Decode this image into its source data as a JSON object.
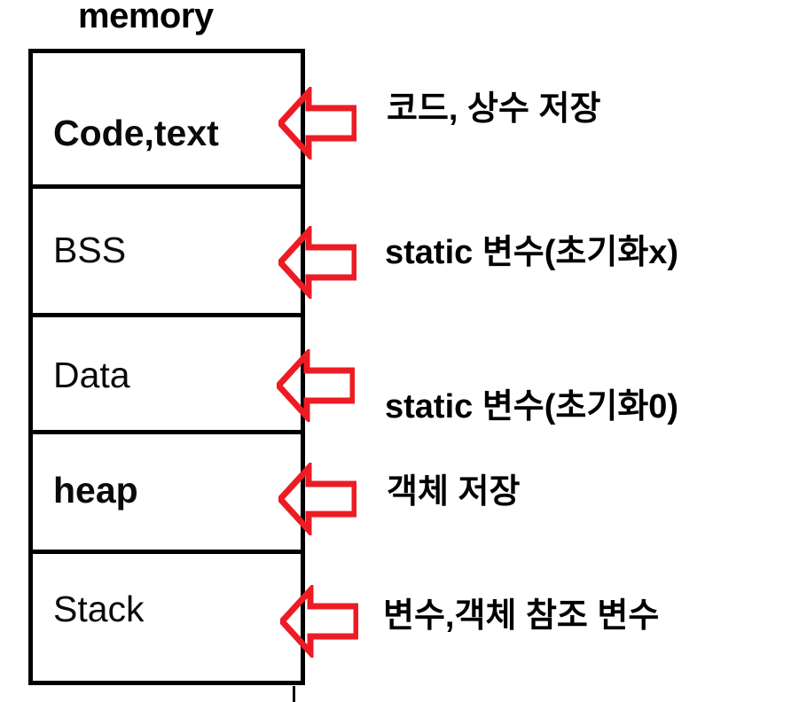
{
  "diagram": {
    "title": "memory",
    "type": "memory-layout",
    "colors": {
      "box_border": "#000000",
      "arrow": "#ED1C24",
      "text": "#000000",
      "background": "#FFFFFF"
    },
    "segments": [
      {
        "id": "code",
        "label": "Code,text",
        "weight": "bold",
        "annotation": "코드, 상수 저장",
        "arrow_icon": "left-block-arrow-icon"
      },
      {
        "id": "bss",
        "label": "BSS",
        "weight": "regular",
        "annotation": "static 변수(초기화x)",
        "arrow_icon": "left-block-arrow-icon"
      },
      {
        "id": "data",
        "label": "Data",
        "weight": "regular",
        "annotation": "static 변수(초기화0)",
        "arrow_icon": "left-block-arrow-icon"
      },
      {
        "id": "heap",
        "label": "heap",
        "weight": "bold",
        "annotation": "객체 저장",
        "arrow_icon": "left-block-arrow-icon"
      },
      {
        "id": "stack",
        "label": "Stack",
        "weight": "regular",
        "annotation": "변수,객체 참조 변수",
        "arrow_icon": "left-block-arrow-icon"
      }
    ]
  }
}
